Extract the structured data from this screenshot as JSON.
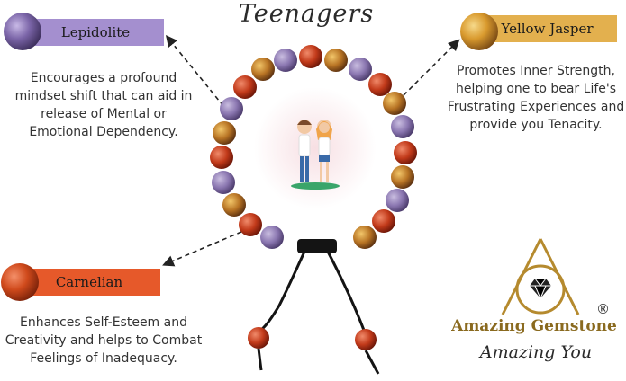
{
  "title": "Teenagers",
  "stones": [
    {
      "name": "Lepidolite",
      "color": "#6d5a9a",
      "description_lines": [
        "Encourages a profound",
        "mindset shift that can aid in",
        "release of Mental or",
        "Emotional Dependency."
      ]
    },
    {
      "name": "Yellow Jasper",
      "color": "#d9a23a",
      "description_lines": [
        "Promotes Inner Strength,",
        "helping one to bear Life's",
        "Frustrating Experiences and",
        "provide you Tenacity."
      ]
    },
    {
      "name": "Carnelian",
      "color": "#c4431a",
      "description_lines": [
        "Enhances Self-Esteem and",
        "Creativity and helps to Combat",
        "Feelings of Inadequacy."
      ]
    }
  ],
  "brand": {
    "name": "Amazing Gemstone",
    "tagline": "Amazing You",
    "registered_mark": "®",
    "gold": "#b58a2e"
  },
  "bracelet": {
    "cord_color": "#141414"
  }
}
